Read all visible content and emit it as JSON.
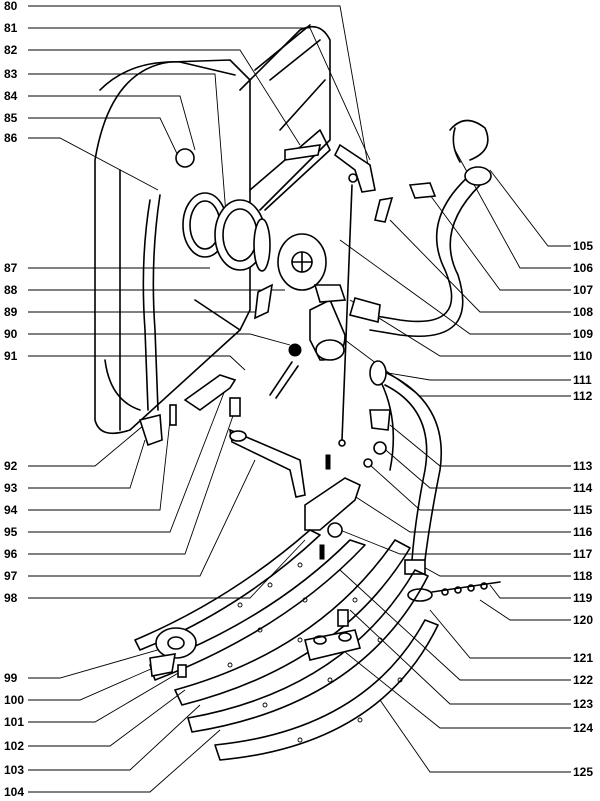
{
  "callouts_left": [
    "80",
    "81",
    "82",
    "83",
    "84",
    "85",
    "86",
    "87",
    "88",
    "89",
    "90",
    "91",
    "92",
    "93",
    "94",
    "95",
    "96",
    "97",
    "98",
    "99",
    "100",
    "101",
    "102",
    "103",
    "104"
  ],
  "callouts_right": [
    "105",
    "106",
    "107",
    "108",
    "109",
    "110",
    "111",
    "112",
    "113",
    "114",
    "115",
    "116",
    "117",
    "118",
    "119",
    "120",
    "121",
    "122",
    "123",
    "124",
    "125"
  ]
}
